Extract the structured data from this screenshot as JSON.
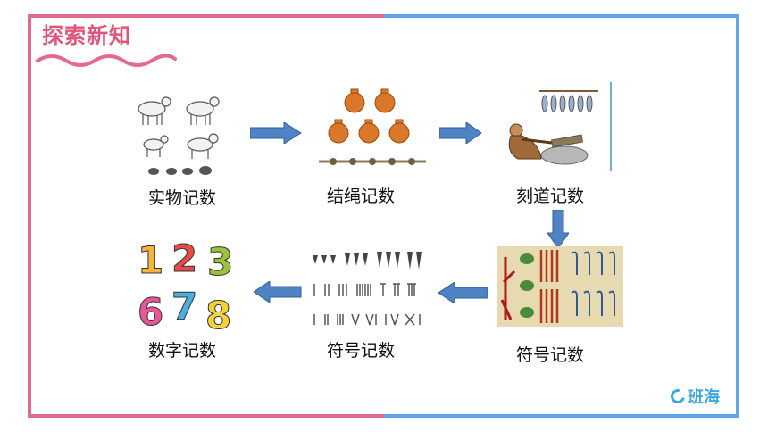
{
  "title": "探索新知",
  "steps": {
    "s1": "实物记数",
    "s2": "结绳记数",
    "s3": "刻道记数",
    "s4": "符号记数",
    "s5": "符号记数",
    "s6": "数字记数"
  },
  "digits": [
    "1",
    "2",
    "3",
    "6",
    "7",
    "8"
  ],
  "brand": "班海",
  "colors": {
    "frame_left": "#e46a8c",
    "frame_right": "#5ea6ea",
    "arrow": "#4f83c4"
  },
  "icons": [
    "goat-icon",
    "clay-pot-icon",
    "knotted-rope-icon",
    "carving-man-icon",
    "hieroglyph-icon",
    "tally-marks-icon",
    "arrow-right-icon",
    "arrow-down-icon",
    "arrow-left-icon"
  ]
}
